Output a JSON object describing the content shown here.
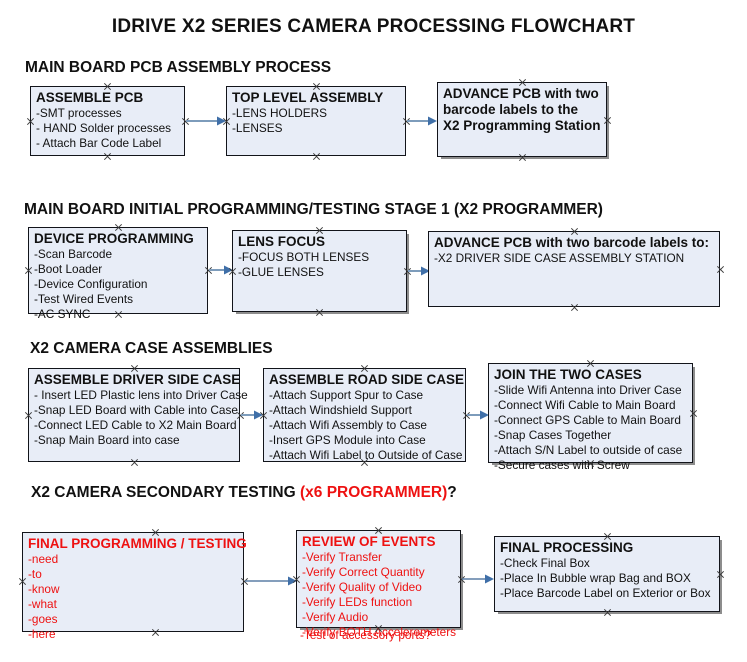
{
  "document": {
    "title": "IDRIVE X2  SERIES CAMERA PROCESSING FLOWCHART"
  },
  "sections": [
    {
      "id": "main-board-pcb-assembly",
      "heading": "MAIN BOARD PCB ASSEMBLY PROCESS",
      "heading_accent": "",
      "heading_suffix": ""
    },
    {
      "id": "main-board-initial-programming",
      "heading": "MAIN BOARD INITIAL PROGRAMMING/TESTING STAGE 1 (X2 PROGRAMMER)",
      "heading_accent": "",
      "heading_suffix": ""
    },
    {
      "id": "x2-camera-case-assemblies",
      "heading": "X2 CAMERA CASE ASSEMBLIES",
      "heading_accent": "",
      "heading_suffix": ""
    },
    {
      "id": "x2-camera-secondary-testing",
      "heading": "X2 CAMERA SECONDARY TESTING ",
      "heading_accent": "(x6 PROGRAMMER)",
      "heading_suffix": "?"
    }
  ],
  "boxes": {
    "assemble_pcb": {
      "title": "ASSEMBLE PCB",
      "lines": [
        "-SMT processes",
        "- HAND Solder processes",
        "- Attach Bar Code Label"
      ]
    },
    "top_level_assembly": {
      "title": "TOP LEVEL ASSEMBLY",
      "lines": [
        "-LENS HOLDERS",
        "-LENSES"
      ]
    },
    "advance_pcb_station": {
      "title": "ADVANCE PCB with two barcode labels to the  X2 Programming Station",
      "lines": []
    },
    "device_programming": {
      "title": "DEVICE PROGRAMMING",
      "lines": [
        "-Scan Barcode",
        "-Boot Loader",
        "-Device Configuration",
        "-Test Wired Events",
        "-AC SYNC"
      ]
    },
    "lens_focus": {
      "title": "LENS FOCUS",
      "lines": [
        "-FOCUS BOTH LENSES",
        "-GLUE LENSES"
      ]
    },
    "advance_pcb_driver_side": {
      "title": "ADVANCE PCB with two barcode labels to:",
      "lines": [
        "-X2 DRIVER  SIDE  CASE  ASSEMBLY STATION"
      ]
    },
    "assemble_driver_side_case": {
      "title": "ASSEMBLE DRIVER SIDE CASE",
      "lines": [
        "- Insert LED Plastic lens into Driver Case",
        "-Snap LED Board with Cable into Case",
        "-Connect LED Cable to X2 Main Board",
        "-Snap Main Board into case"
      ]
    },
    "assemble_road_side_case": {
      "title": "ASSEMBLE ROAD SIDE CASE",
      "lines": [
        "-Attach Support Spur to Case",
        "-Attach Windshield Support",
        "-Attach Wifi Assembly to Case",
        "-Insert GPS Module into Case",
        "-Attach Wifi Label to Outside of Case"
      ]
    },
    "join_the_two_cases": {
      "title": "JOIN THE TWO CASES",
      "lines": [
        "-Slide Wifi Antenna into Driver Case",
        "-Connect Wifi Cable to Main Board",
        "-Connect GPS Cable to Main Board",
        "-Snap Cases Together",
        "-Attach S/N Label to outside of case",
        "-Secure cases with Screw"
      ]
    },
    "final_programming_testing": {
      "title": "FINAL PROGRAMMING / TESTING",
      "lines": [
        "-need",
        "-to",
        "-know",
        "-what",
        "-goes",
        "-here"
      ]
    },
    "review_of_events": {
      "title": "REVIEW OF EVENTS",
      "lines": [
        "-Verify Transfer",
        "-Verify Correct Quantity",
        "-Verify Quality of Video",
        "-Verify LEDs function",
        "-Verify Audio",
        "-Verify BOTH Accelerometers"
      ],
      "overflow_line": "-Test of accessory ports?"
    },
    "final_processing": {
      "title": "FINAL PROCESSING",
      "lines": [
        " -Check Final Box",
        "-Place In Bubble wrap Bag and BOX",
        "-Place Barcode Label on Exterior or Box"
      ]
    }
  },
  "advance_pcb_station_lines": [
    "ADVANCE PCB with two",
    "barcode labels to the",
    " X2 Programming Station"
  ],
  "colors": {
    "box_fill": "#e8edf7",
    "box_border": "#12141a",
    "arrow": "#5b7fa6",
    "accent_red": "#ee1111",
    "text": "#111111"
  }
}
